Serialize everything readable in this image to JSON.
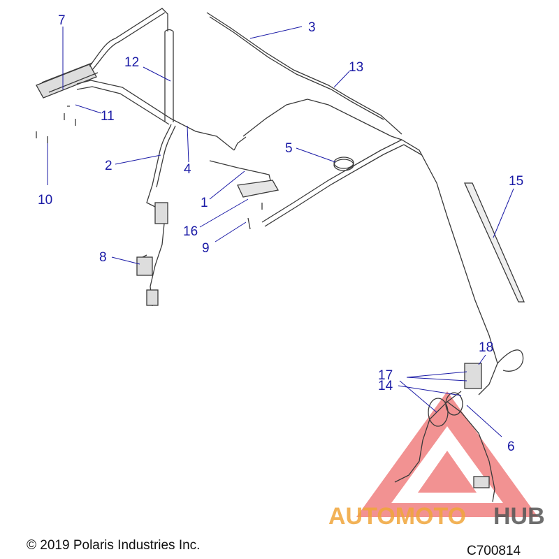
{
  "diagram": {
    "callouts": [
      "1",
      "2",
      "3",
      "4",
      "5",
      "6",
      "7",
      "8",
      "9",
      "10",
      "11",
      "12",
      "13",
      "14",
      "15",
      "16",
      "17",
      "18"
    ],
    "copyright": "© 2019 Polaris Industries Inc.",
    "diagram_code": "C700814"
  },
  "watermark": {
    "part1": "AUTOMOTO",
    "part2": "HUB",
    "color_primary": "#f0a53a",
    "color_secondary": "#555555",
    "logo_color": "#e83a3a"
  },
  "colors": {
    "callout": "#1a1aa6",
    "line": "#3a3a3a"
  }
}
